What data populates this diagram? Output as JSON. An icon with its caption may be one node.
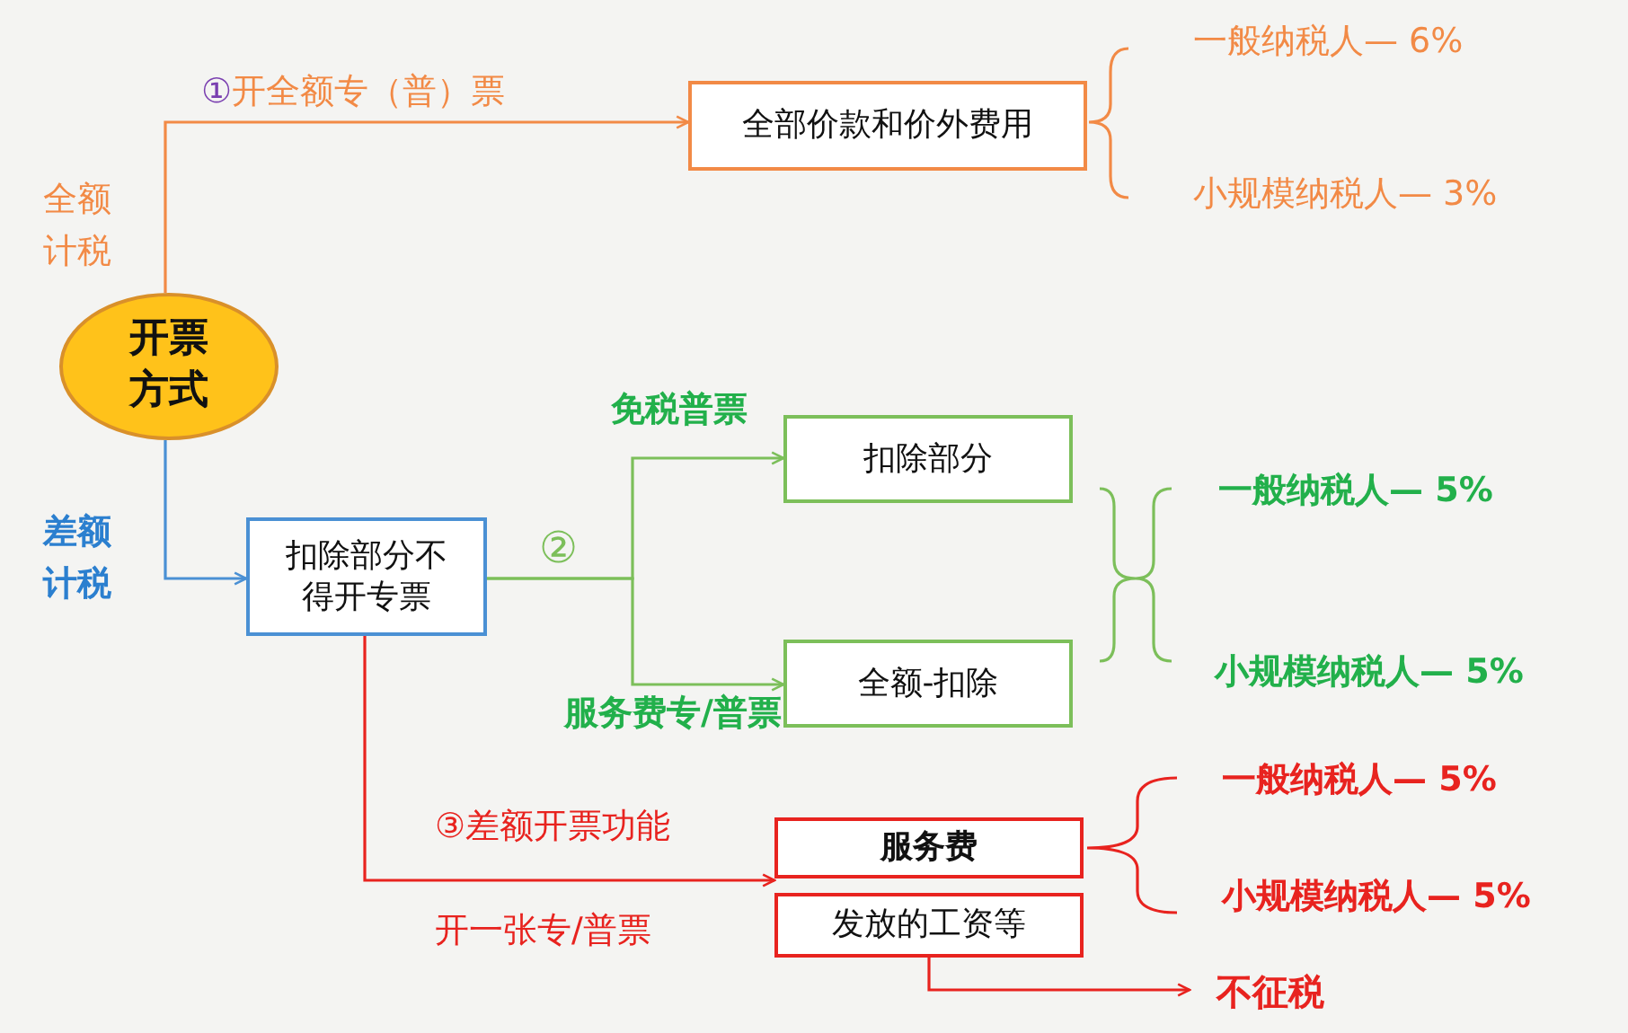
{
  "diagram": {
    "nodes": [
      {
        "text": [
          "开票方式"
        ]
      },
      {
        "text": [
          "全部价款和价外费用"
        ]
      },
      {
        "text": [
          "扣除部分不得开专票"
        ]
      },
      {
        "text": [
          "扣除部分"
        ]
      },
      {
        "text": [
          "全额-扣除"
        ]
      },
      {
        "text": [
          "服务费"
        ]
      },
      {
        "text": [
          "发放的工资等"
        ]
      },
      {
        "text": [
          "不征税"
        ]
      }
    ],
    "edges": [
      {
        "from": 0,
        "to": 1,
        "arrow": "to",
        "label": "①开全额专（普）票",
        "color": "#f28a46"
      },
      {
        "from": 0,
        "to": 2,
        "arrow": "to",
        "label": "差额计税",
        "color": "#4a90d4"
      },
      {
        "from": 2,
        "to": 3,
        "arrow": "to",
        "label": "免税普票",
        "color": "#7cbf5a"
      },
      {
        "from": 2,
        "to": 4,
        "arrow": "to",
        "label": "服务费专/普票",
        "color": "#7cbf5a"
      },
      {
        "from": 2,
        "to": 5,
        "arrow": "to",
        "label": "③差额开票功能",
        "color": "#e8231f"
      },
      {
        "from": 6,
        "to": 7,
        "arrow": "to",
        "color": "#e8231f"
      }
    ],
    "labels": [
      "一般纳税人— 6%",
      "全额计税",
      "小规模纳税人— 3%",
      "②",
      "一般纳税人— 5%",
      "小规模纳税人— 5%",
      "一般纳税人— 5%",
      "开一张专/普票",
      "小规模纳税人— 5%"
    ]
  }
}
